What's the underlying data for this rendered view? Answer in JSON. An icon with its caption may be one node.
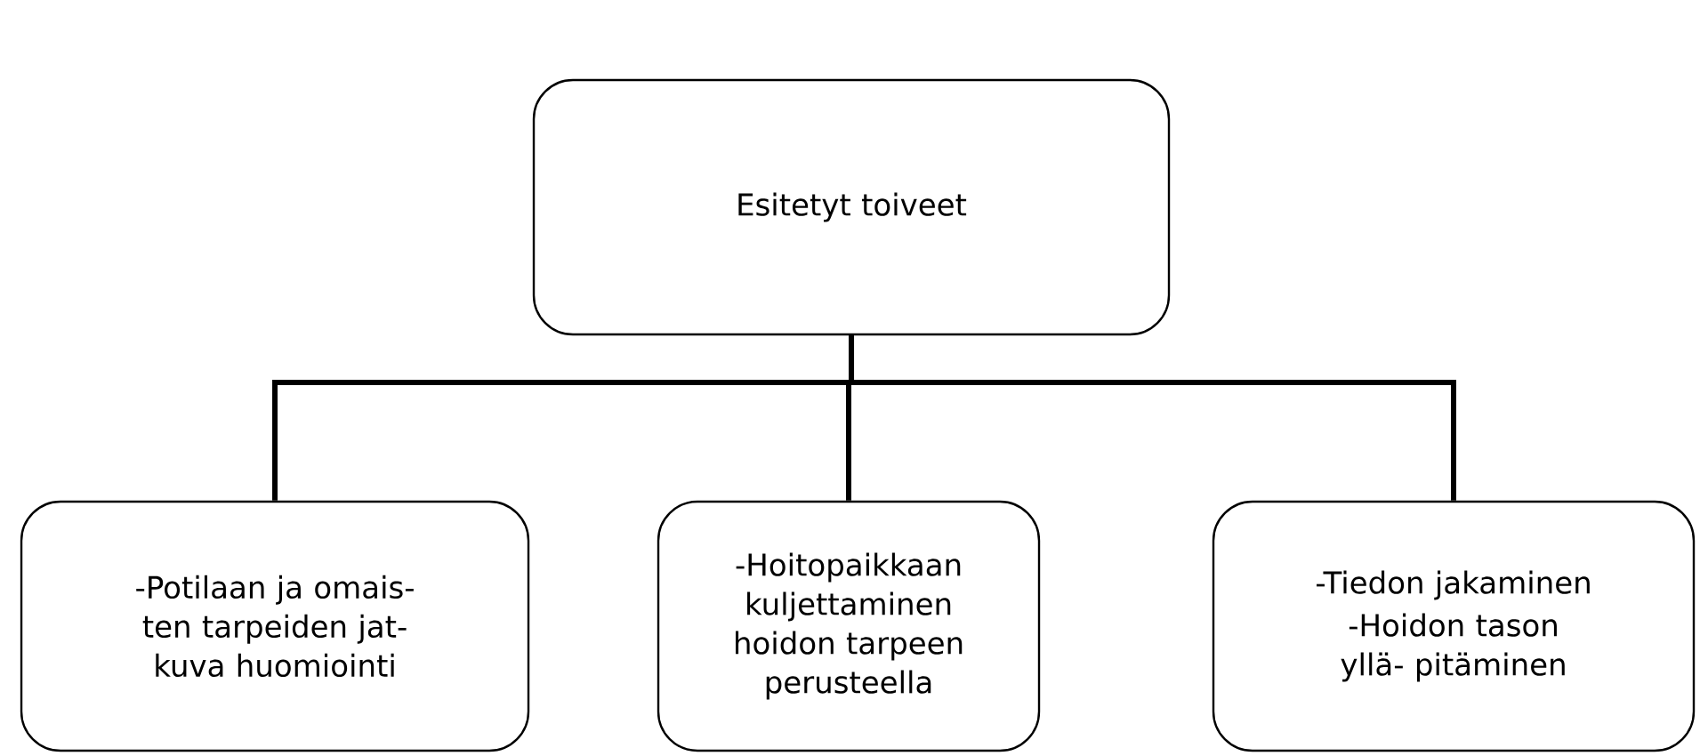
{
  "diagram": {
    "nodes": [
      {
        "text": [
          "Esitetyt toiveet"
        ]
      },
      {
        "text": [
          "-Potilaan ja omais- ten tarpeiden jat- kuva huomiointi"
        ]
      },
      {
        "text": [
          "-Hoitopaikkaan kuljettaminen hoidon tarpeen perusteella"
        ]
      },
      {
        "text": [
          "-Tiedon jakaminen",
          "-Hoidon tason yllä- pitäminen"
        ]
      }
    ],
    "edges": [
      {
        "from": 0,
        "to": 1,
        "arrow": "none"
      },
      {
        "from": 0,
        "to": 2,
        "arrow": "none"
      },
      {
        "from": 0,
        "to": 3,
        "arrow": "none"
      }
    ]
  }
}
